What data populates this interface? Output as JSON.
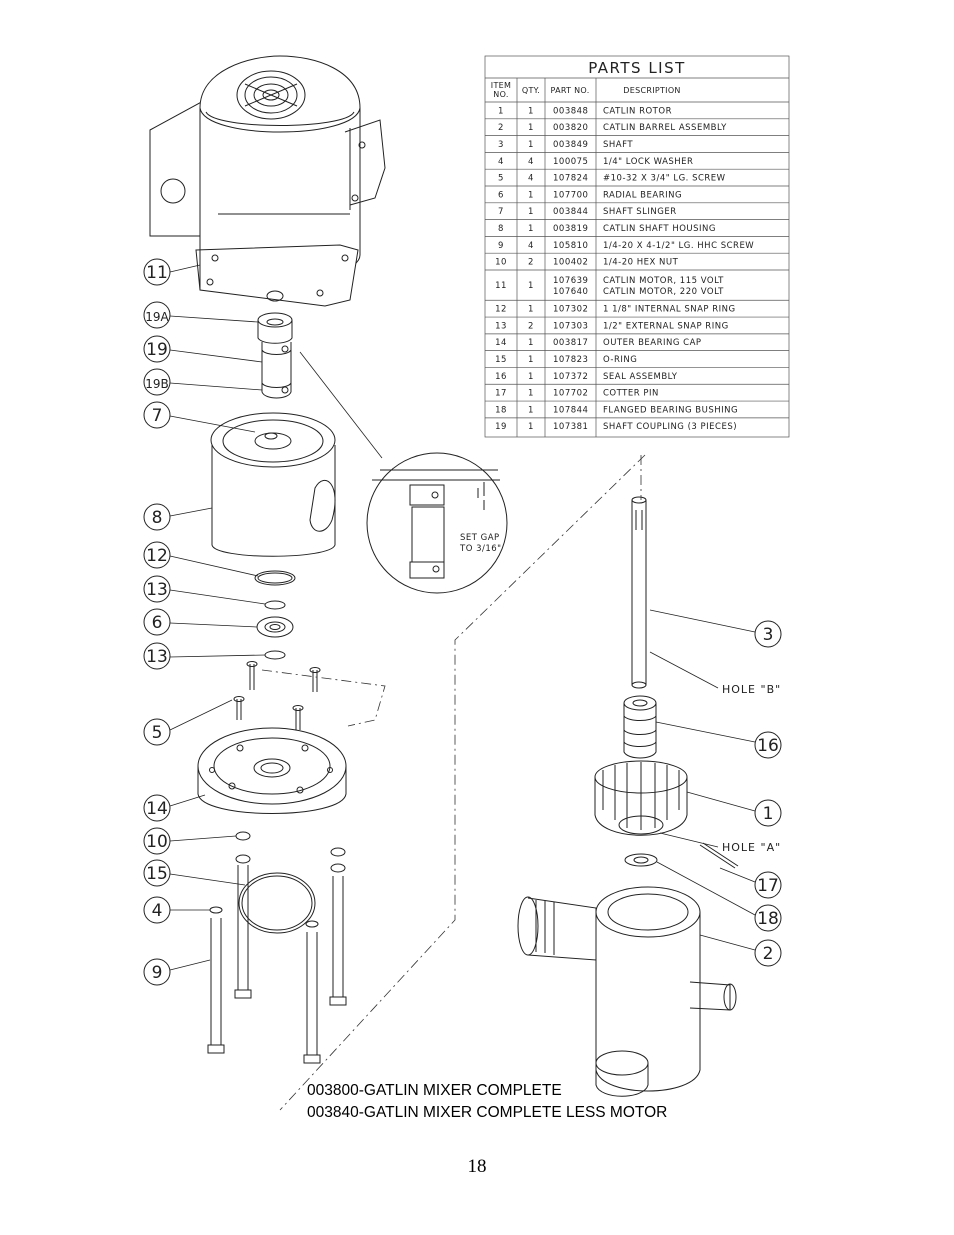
{
  "parts_list": {
    "title": "PARTS LIST",
    "headers": {
      "item_no_line1": "ITEM",
      "item_no_line2": "NO.",
      "qty": "QTY.",
      "part_no": "PART NO.",
      "description": "DESCRIPTION"
    },
    "rows": [
      {
        "item": "1",
        "qty": "1",
        "part_no": "003848",
        "description": "CATLIN ROTOR"
      },
      {
        "item": "2",
        "qty": "1",
        "part_no": "003820",
        "description": "CATLIN BARREL ASSEMBLY"
      },
      {
        "item": "3",
        "qty": "1",
        "part_no": "003849",
        "description": "SHAFT"
      },
      {
        "item": "4",
        "qty": "4",
        "part_no": "100075",
        "description": "1/4\" LOCK WASHER"
      },
      {
        "item": "5",
        "qty": "4",
        "part_no": "107824",
        "description": "#10-32 X 3/4\" LG. SCREW"
      },
      {
        "item": "6",
        "qty": "1",
        "part_no": "107700",
        "description": "RADIAL BEARING"
      },
      {
        "item": "7",
        "qty": "1",
        "part_no": "003844",
        "description": "SHAFT SLINGER"
      },
      {
        "item": "8",
        "qty": "1",
        "part_no": "003819",
        "description": "CATLIN SHAFT HOUSING"
      },
      {
        "item": "9",
        "qty": "4",
        "part_no": "105810",
        "description": "1/4-20 X 4-1/2\" LG. HHC SCREW"
      },
      {
        "item": "10",
        "qty": "2",
        "part_no": "100402",
        "description": "1/4-20 HEX NUT"
      },
      {
        "item": "11",
        "qty": "1",
        "part_no": "107639",
        "part_no_2": "107640",
        "description": "CATLIN MOTOR, 115 VOLT",
        "description_2": "CATLIN MOTOR, 220 VOLT"
      },
      {
        "item": "12",
        "qty": "1",
        "part_no": "107302",
        "description": "1 1/8\" INTERNAL SNAP RING"
      },
      {
        "item": "13",
        "qty": "2",
        "part_no": "107303",
        "description": "1/2\" EXTERNAL SNAP RING"
      },
      {
        "item": "14",
        "qty": "1",
        "part_no": "003817",
        "description": "OUTER BEARING CAP"
      },
      {
        "item": "15",
        "qty": "1",
        "part_no": "107823",
        "description": "O-RING"
      },
      {
        "item": "16",
        "qty": "1",
        "part_no": "107372",
        "description": "SEAL ASSEMBLY"
      },
      {
        "item": "17",
        "qty": "1",
        "part_no": "107702",
        "description": "COTTER PIN"
      },
      {
        "item": "18",
        "qty": "1",
        "part_no": "107844",
        "description": "FLANGED BEARING BUSHING"
      },
      {
        "item": "19",
        "qty": "1",
        "part_no": "107381",
        "description": "SHAFT COUPLING (3 PIECES)"
      }
    ]
  },
  "callouts": {
    "c11": "11",
    "c19a": "19A",
    "c19": "19",
    "c19b": "19B",
    "c7": "7",
    "c8": "8",
    "c12": "12",
    "c13a": "13",
    "c6": "6",
    "c13b": "13",
    "c5": "5",
    "c14": "14",
    "c10": "10",
    "c15": "15",
    "c4": "4",
    "c9": "9",
    "c3": "3",
    "c16": "16",
    "c1": "1",
    "c17": "17",
    "c18": "18",
    "c2": "2"
  },
  "annotations": {
    "hole_b": "HOLE \"B\"",
    "hole_a": "HOLE \"A\"",
    "set_gap_line1": "SET GAP",
    "set_gap_line2": "TO 3/16\""
  },
  "captions": {
    "complete": "003800-GATLIN MIXER COMPLETE",
    "less_motor": "003840-GATLIN MIXER COMPLETE LESS MOTOR"
  },
  "page_number": "18"
}
